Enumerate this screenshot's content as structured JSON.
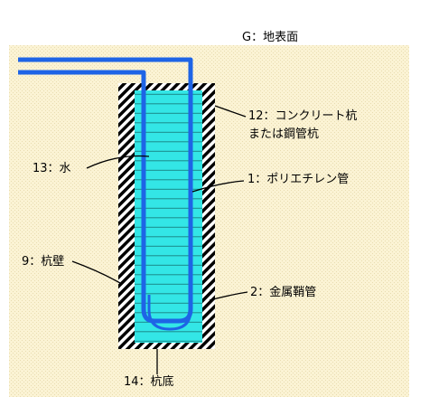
{
  "diagram": {
    "title": "G：地表面",
    "labels": {
      "pile": "12：コンクリート杭",
      "pile_line2": "または鋼管杭",
      "pipe": "1：ポリエチレン管",
      "water": "13：水",
      "wall": "9：杭壁",
      "sheath": "2：金属鞘管",
      "bottom": "14：杭底"
    },
    "colors": {
      "soil": "#fbf3d4",
      "soil_dots": "#e8dcb0",
      "water": "#33e6e6",
      "water_lines": "#1a8a8a",
      "pipe": "#1e64e6",
      "hatch": "#000000"
    }
  }
}
